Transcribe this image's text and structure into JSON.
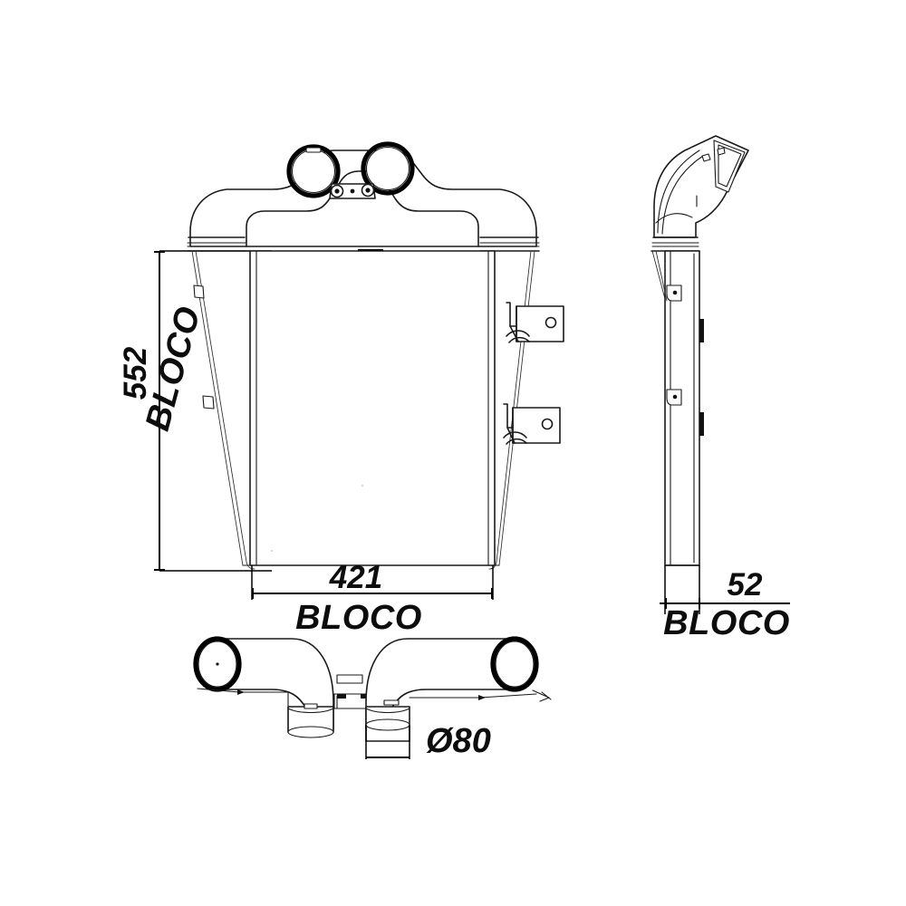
{
  "drawing": {
    "title": "Intercooler / Charge Air Cooler Assembly Drawing",
    "background_color": "#ffffff",
    "line_color": "#1a1a1a",
    "text_color": "#0d0d0d"
  },
  "views": {
    "front": {
      "name": "front-view",
      "description": "Front elevation of intercooler core with upper tank and twin ports"
    },
    "side": {
      "name": "side-view",
      "description": "Right side elevation showing thin core profile and elbow outlet"
    },
    "top": {
      "name": "top-view",
      "description": "Top plan view showing the two inlet/outlet elbow pipes"
    }
  },
  "dimensions": {
    "height": {
      "value": "552",
      "label": "BLOCO",
      "view": "front-view",
      "orientation": "vertical"
    },
    "width": {
      "value": "421",
      "label": "BLOCO",
      "view": "front-view",
      "orientation": "horizontal"
    },
    "depth": {
      "value": "52",
      "label": "BLOCO",
      "view": "side-view",
      "orientation": "horizontal"
    },
    "port_diameter": {
      "value": "Ø80",
      "view": "top-view",
      "orientation": "horizontal"
    }
  },
  "annotations": {
    "bloco_height": "BLOCO",
    "bloco_width": "BLOCO",
    "bloco_depth": "BLOCO"
  }
}
